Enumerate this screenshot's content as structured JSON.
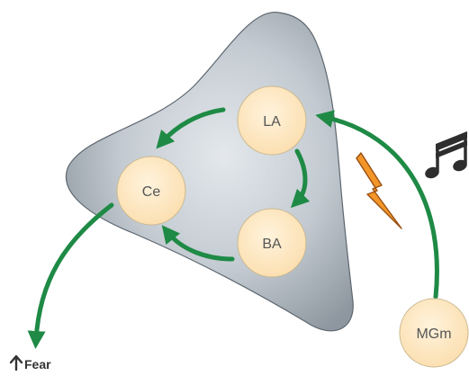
{
  "nodes": {
    "la": "LA",
    "ce": "Ce",
    "ba": "BA",
    "mgm": "MGm"
  },
  "output_label": "Fear",
  "icons": {
    "music": "music-note-icon",
    "shock": "lightning-bolt-icon",
    "increase": "up-arrow-icon"
  },
  "colors": {
    "arrow": "#1e8a45",
    "nucleus_fill": "#fde6bd",
    "nucleus_stroke": "#c9b88e",
    "amygdala_fill": "#bcc4cc",
    "amygdala_stroke": "#5d666f",
    "bolt_fill": "#f2962a",
    "bolt_stroke": "#9a4f12",
    "text": "#555555",
    "label": "#333333"
  }
}
